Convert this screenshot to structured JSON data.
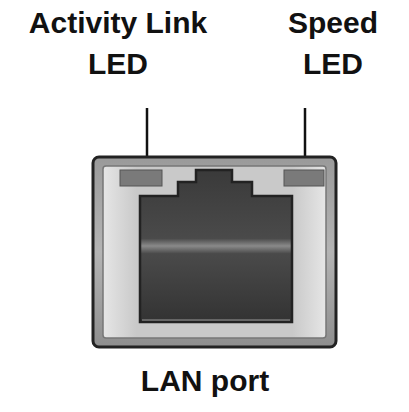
{
  "diagram": {
    "caption": "LAN port",
    "labels": [
      "Activity Link LED",
      "Speed LED"
    ]
  }
}
